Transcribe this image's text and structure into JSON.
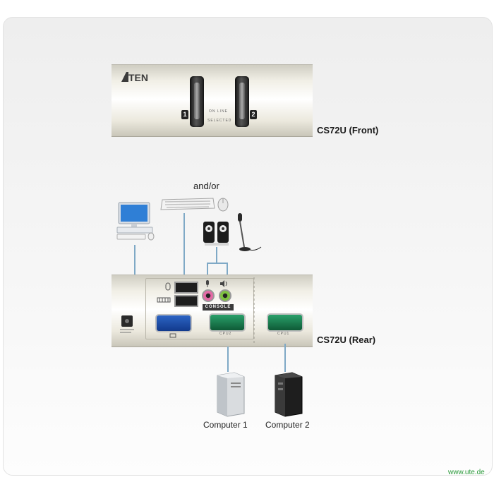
{
  "front": {
    "logo": "ATEN",
    "port1": "1",
    "port2": "2",
    "online": "ON LINE",
    "selected": "SELECTED",
    "caption": "CS72U (Front)"
  },
  "rear": {
    "caption": "CS72U (Rear)",
    "console": "CONSOLE",
    "cpu2": "CPU2",
    "cpu1": "CPU1"
  },
  "labels": {
    "andor": "and/or",
    "computer1": "Computer 1",
    "computer2": "Computer 2",
    "website": "www.ute.de"
  },
  "colors": {
    "wire": "#7fa9c6",
    "vga_console": "#1f4fae",
    "vga_cpu": "#1f8a55",
    "mic_jack": "#e46aa6",
    "speaker_jack": "#7fc242"
  }
}
